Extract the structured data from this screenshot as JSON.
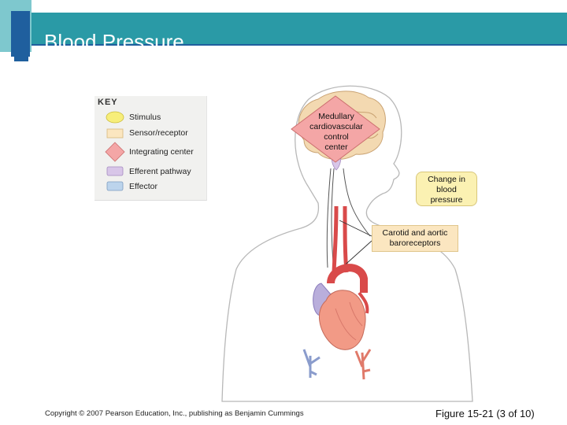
{
  "slide": {
    "title": "Blood Pressure",
    "copyright": "Copyright © 2007 Pearson Education, Inc., publishing as Benjamin Cummings",
    "figure_label": "Figure 15-21 (3 of 10)"
  },
  "key": {
    "heading": "KEY",
    "items": [
      {
        "label": "Stimulus",
        "shape": "ellipse",
        "color": "#f7ee7a"
      },
      {
        "label": "Sensor/receptor",
        "shape": "rectangle",
        "color": "#fbe6c0"
      },
      {
        "label": "Integrating center",
        "shape": "diamond",
        "color": "#f4a6a6"
      },
      {
        "label": "Efferent pathway",
        "shape": "rectangle",
        "color": "#d8c6e8"
      },
      {
        "label": "Effector",
        "shape": "rectangle",
        "color": "#bcd4ec"
      }
    ]
  },
  "diagram": {
    "integrating_center": {
      "lines": [
        "Medullary",
        "cardiovascular",
        "control",
        "center"
      ]
    },
    "stimulus": {
      "lines": [
        "Change in",
        "blood",
        "pressure"
      ]
    },
    "receptor": {
      "lines": [
        "Carotid and aortic",
        "baroreceptors"
      ]
    }
  },
  "colors": {
    "header": "#2a9aa6",
    "accent_dark": "#1f5f9e",
    "accent_light": "#7ec8ce",
    "artery": "#d94a4a",
    "vein": "#8a9ccc"
  }
}
